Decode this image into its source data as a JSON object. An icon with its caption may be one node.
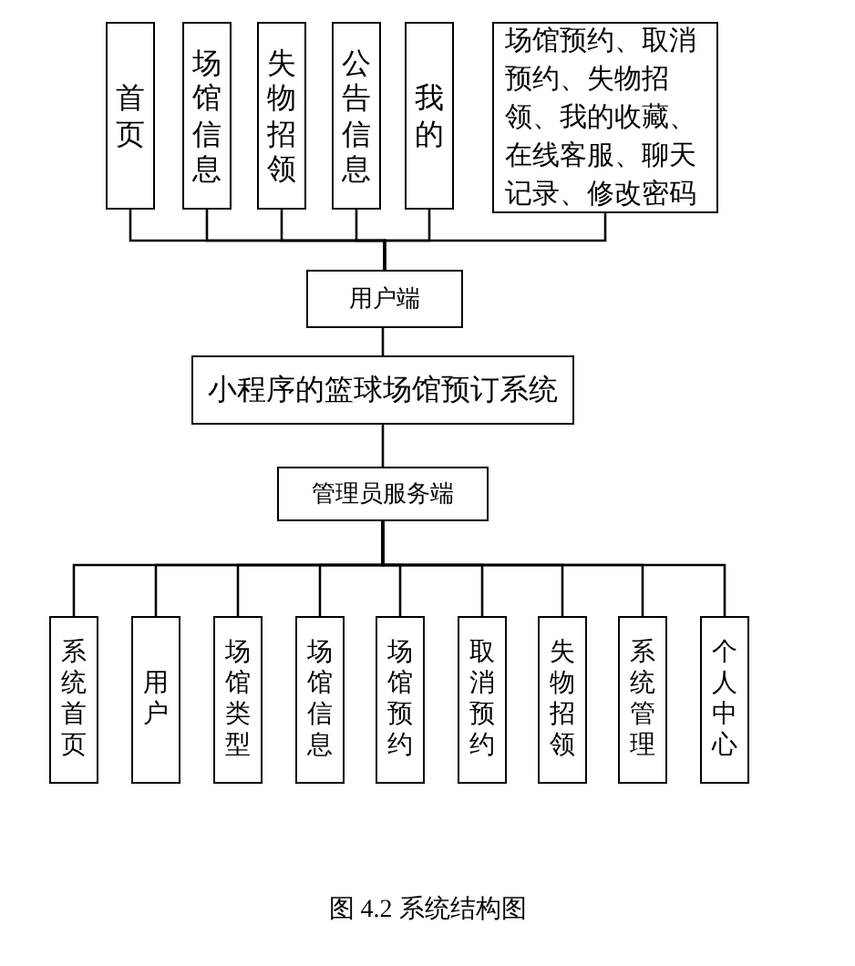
{
  "diagram": {
    "caption": "图 4.2  系统结构图",
    "nodes": [
      {
        "text": [
          "首页"
        ]
      },
      {
        "text": [
          "场馆信息"
        ]
      },
      {
        "text": [
          "失物招领"
        ]
      },
      {
        "text": [
          "公告信息"
        ]
      },
      {
        "text": [
          "我的"
        ]
      },
      {
        "text": [
          "场馆预约、取消预约、失物招领、我的收藏、在线客服、聊天记录、修改密码"
        ]
      },
      {
        "text": [
          "用户端"
        ]
      },
      {
        "text": [
          "小程序的篮球场馆预订系统"
        ]
      },
      {
        "text": [
          "管理员服务端"
        ]
      },
      {
        "text": [
          "系统首页"
        ]
      },
      {
        "text": [
          "用户"
        ]
      },
      {
        "text": [
          "场馆类型"
        ]
      },
      {
        "text": [
          "场馆信息"
        ]
      },
      {
        "text": [
          "场馆预约"
        ]
      },
      {
        "text": [
          "取消预约"
        ]
      },
      {
        "text": [
          "失物招领"
        ]
      },
      {
        "text": [
          "系统管理"
        ]
      },
      {
        "text": [
          "个人中心"
        ]
      }
    ],
    "edges": [
      {
        "from": 0,
        "to": 6,
        "arrow": "none"
      },
      {
        "from": 1,
        "to": 6,
        "arrow": "none"
      },
      {
        "from": 2,
        "to": 6,
        "arrow": "none"
      },
      {
        "from": 3,
        "to": 6,
        "arrow": "none"
      },
      {
        "from": 4,
        "to": 6,
        "arrow": "none"
      },
      {
        "from": 5,
        "to": 6,
        "arrow": "none"
      },
      {
        "from": 6,
        "to": 7,
        "arrow": "none"
      },
      {
        "from": 7,
        "to": 8,
        "arrow": "none"
      },
      {
        "from": 8,
        "to": 9,
        "arrow": "none"
      },
      {
        "from": 8,
        "to": 10,
        "arrow": "none"
      },
      {
        "from": 8,
        "to": 11,
        "arrow": "none"
      },
      {
        "from": 8,
        "to": 12,
        "arrow": "none"
      },
      {
        "from": 8,
        "to": 13,
        "arrow": "none"
      },
      {
        "from": 8,
        "to": 14,
        "arrow": "none"
      },
      {
        "from": 8,
        "to": 15,
        "arrow": "none"
      },
      {
        "from": 8,
        "to": 16,
        "arrow": "none"
      },
      {
        "from": 8,
        "to": 17,
        "arrow": "none"
      }
    ]
  }
}
